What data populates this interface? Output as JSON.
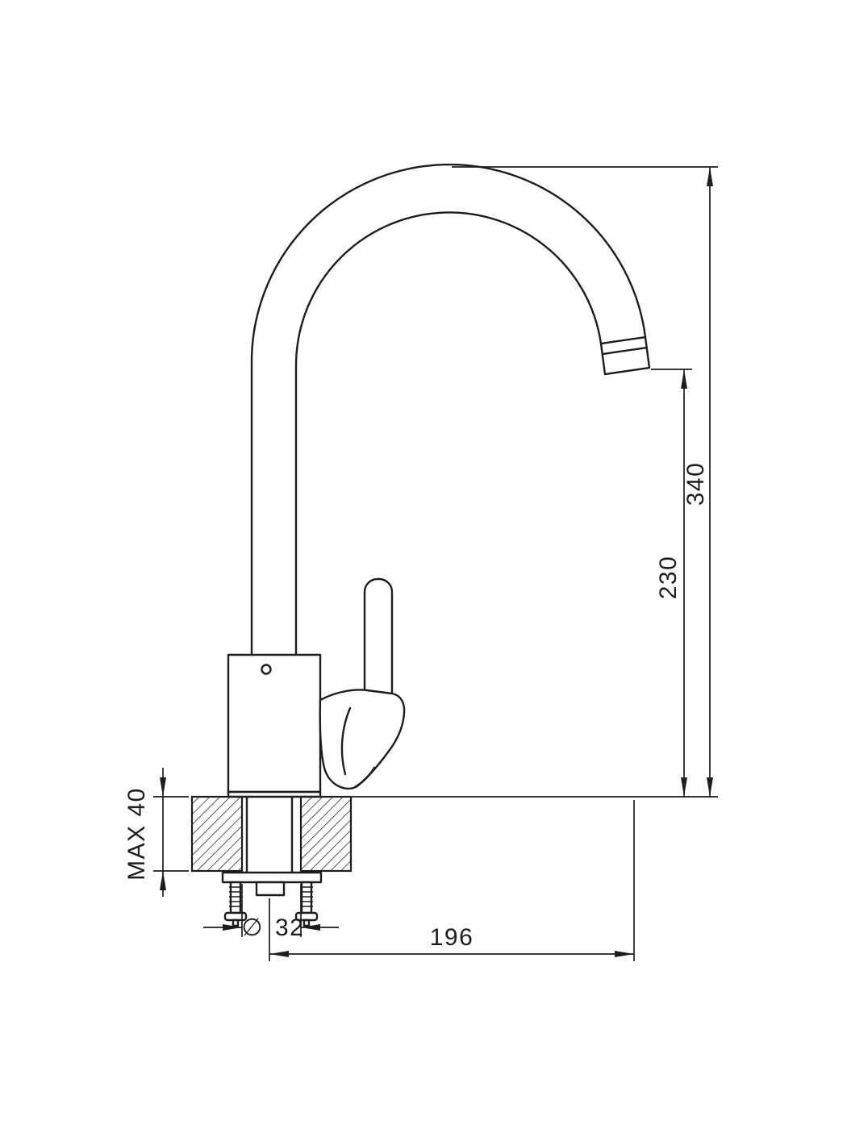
{
  "colors": {
    "line": "#1d1d1f",
    "background": "#ffffff"
  },
  "dimensions": {
    "total_height": "340",
    "spout_outlet_height": "230",
    "max_counter_thickness": "MAX 40",
    "hole_diameter_symbol": "∅",
    "hole_diameter_value": "32",
    "spout_reach": "196"
  }
}
